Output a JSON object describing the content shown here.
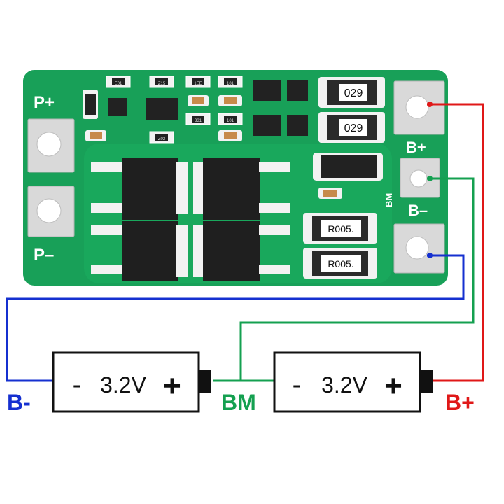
{
  "board": {
    "pad_labels": {
      "p_plus": "P+",
      "p_minus": "P–",
      "b_plus": "B+",
      "bm": "BM",
      "b_minus": "B–"
    },
    "resistor_labels": {
      "top": "029",
      "mid": "029",
      "sense_1": "R005.",
      "sense_2": "R005."
    },
    "small_part_marks": [
      "E01",
      "Z15",
      "1EE",
      "101",
      "331",
      "101",
      "Z02"
    ],
    "colors": {
      "pcb": "#18a058",
      "pad": "#d9d9d9",
      "mosfet": "#1f1f1f",
      "resistor": "#2a2a2a"
    }
  },
  "cells": [
    {
      "minus": "-",
      "voltage": "3.2V",
      "plus": "+"
    },
    {
      "minus": "-",
      "voltage": "3.2V",
      "plus": "+"
    }
  ],
  "terminals": {
    "b_minus": "B-",
    "bm": "BM",
    "b_plus": "B+"
  },
  "wire_colors": {
    "b_minus": "#1530d0",
    "bm": "#14a050",
    "b_plus": "#e01818"
  }
}
